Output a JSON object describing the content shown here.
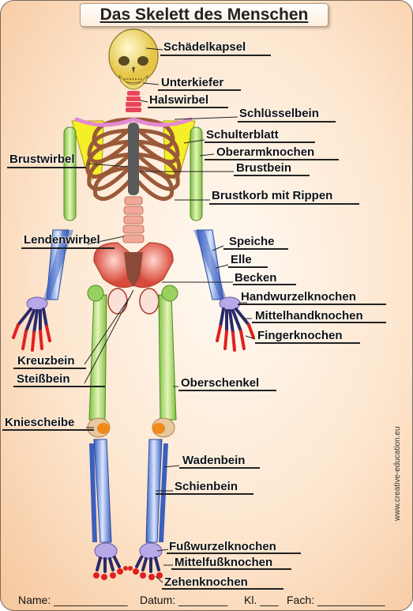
{
  "title": "Das Skelett des Menschen",
  "labels": {
    "schaedelkapsel": "Schädelkapsel",
    "unterkiefer": "Unterkiefer",
    "halswirbel": "Halswirbel",
    "schluesselbein": "Schlüsselbein",
    "schulterblatt": "Schulterblatt",
    "oberarmknochen": "Oberarmknochen",
    "brustbein": "Brustbein",
    "brustwirbel": "Brustwirbel",
    "brustkorb": "Brustkorb mit Rippen",
    "lendenwirbel": "Lendenwirbel",
    "speiche": "Speiche",
    "elle": "Elle",
    "becken": "Becken",
    "handwurzelknochen": "Handwurzelknochen",
    "mittelhandknochen": "Mittelhandknochen",
    "fingerknochen": "Fingerknochen",
    "kreuzbein": "Kreuzbein",
    "steissbein": "Steißbein",
    "oberschenkel": "Oberschenkel",
    "kniescheibe": "Kniescheibe",
    "wadenbein": "Wadenbein",
    "schienbein": "Schienbein",
    "fusswurzelknochen": "Fußwurzelknochen",
    "mittelfussknochen": "Mittelfußknochen",
    "zehenknochen": "Zehenknochen"
  },
  "footer": {
    "name": "Name: ____________",
    "datum": "Datum: ________",
    "klasse": "Kl. ___",
    "fach": "Fach: ___________"
  },
  "watermark": "www.creative-education.eu"
}
